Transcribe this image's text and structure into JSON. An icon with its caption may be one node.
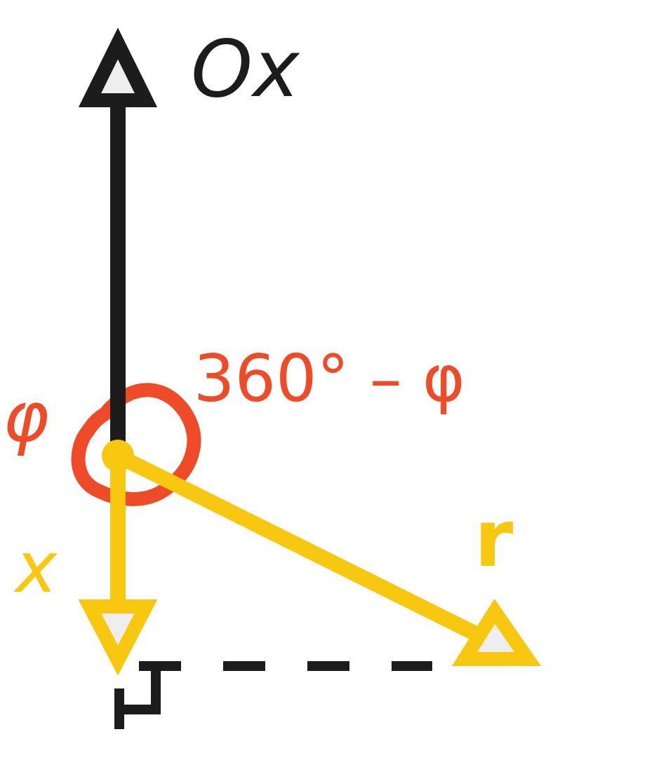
{
  "diagram": {
    "labels": [
      "Ox",
      "φ",
      "360° – φ",
      "x",
      "r"
    ]
  }
}
